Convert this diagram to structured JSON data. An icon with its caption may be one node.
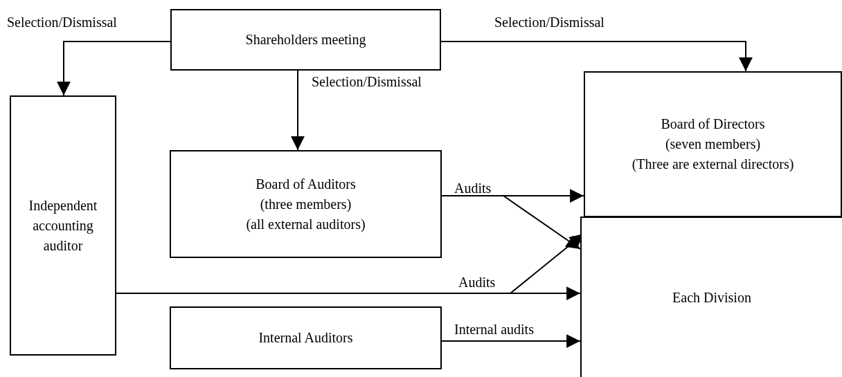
{
  "diagram": {
    "nodes": [
      {
        "text": [
          "Shareholders meeting"
        ]
      },
      {
        "text": [
          "Independent accounting auditor"
        ]
      },
      {
        "text": [
          "Board of Auditors",
          "(three members)",
          "(all external auditors)"
        ]
      },
      {
        "text": [
          "Internal Auditors"
        ]
      },
      {
        "text": [
          "Board of Directors",
          "(seven members)",
          "(Three are external directors)"
        ]
      },
      {
        "text": [
          "Each Division"
        ]
      }
    ],
    "edges": [
      {
        "from": 0,
        "to": 1,
        "arrow": "to",
        "label": "Selection/Dismissal"
      },
      {
        "from": 0,
        "to": 4,
        "arrow": "to",
        "label": "Selection/Dismissal"
      },
      {
        "from": 0,
        "to": 2,
        "arrow": "to",
        "label": "Selection/Dismissal"
      },
      {
        "from": 2,
        "to": 4,
        "arrow": "to",
        "label": "Audits"
      },
      {
        "from": 2,
        "to": 5,
        "arrow": "to"
      },
      {
        "from": 1,
        "to": 5,
        "arrow": "to",
        "label": "Audits"
      },
      {
        "from": 1,
        "to": 4,
        "arrow": "to"
      },
      {
        "from": 3,
        "to": 5,
        "arrow": "to",
        "label": "Internal audits"
      }
    ]
  }
}
